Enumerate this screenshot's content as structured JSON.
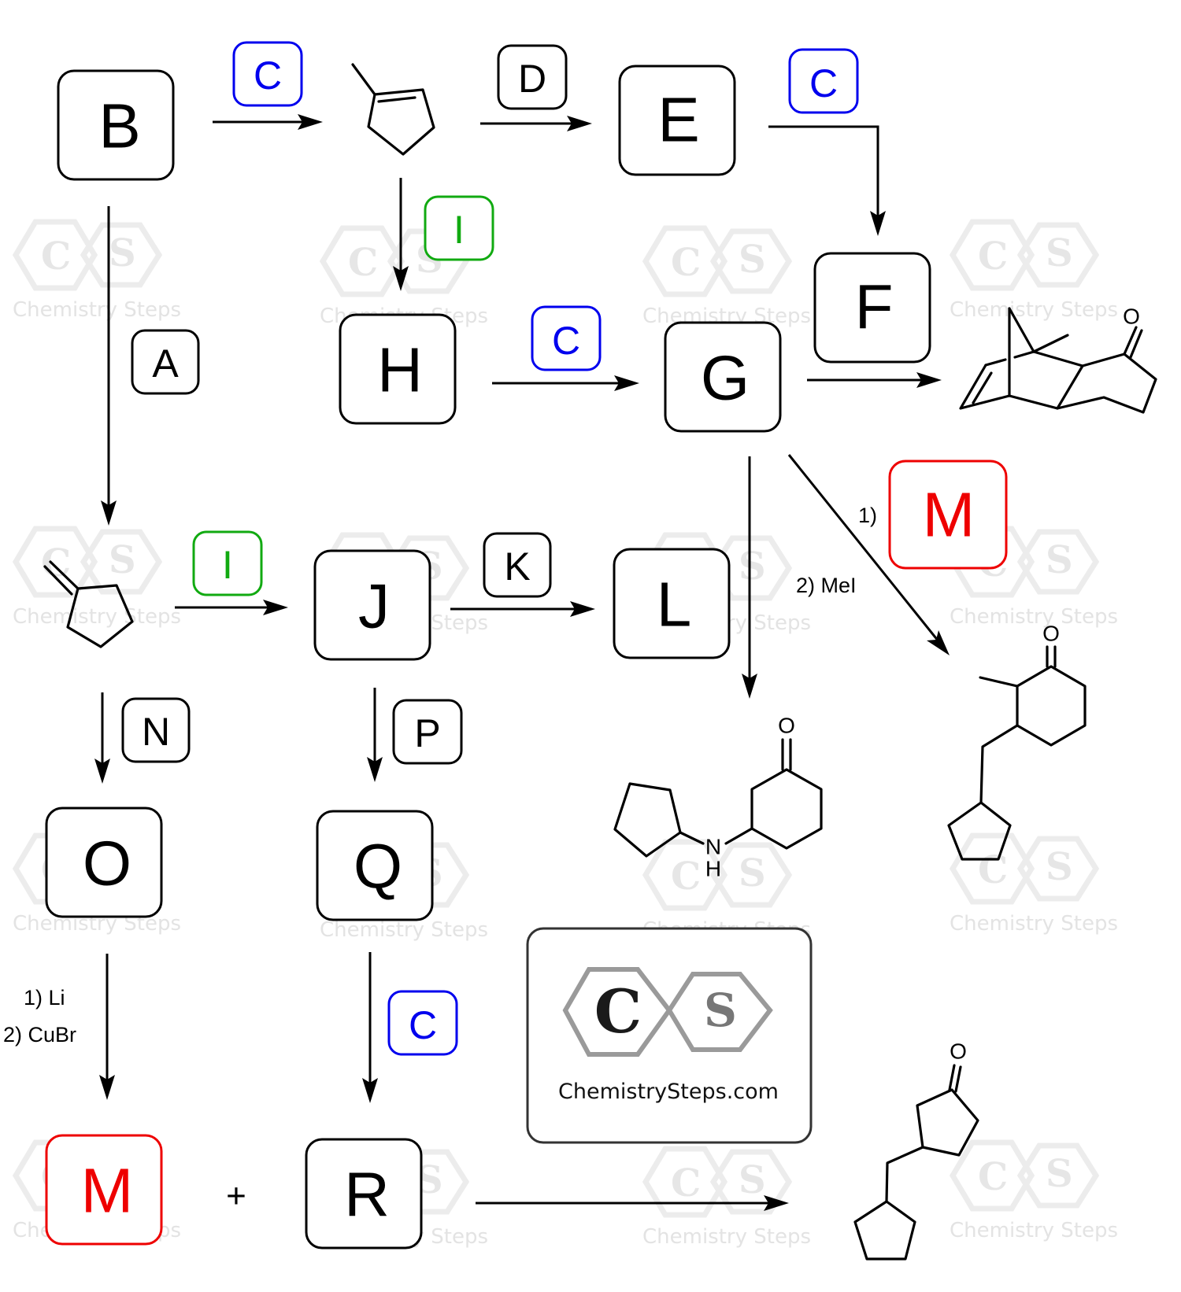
{
  "diagram": {
    "type": "reaction-scheme",
    "colors": {
      "default": "#000000",
      "reagent_c": "#0000ee",
      "reagent_i": "#11aa11",
      "reagent_m": "#ee0000",
      "watermark": "#e3e3e3"
    },
    "compounds": {
      "B": "B",
      "E": "E",
      "F": "F",
      "G": "G",
      "H": "H",
      "J": "J",
      "L": "L",
      "O": "O",
      "Q": "Q",
      "R": "R",
      "M": "M"
    },
    "reagents": {
      "A": "A",
      "C": "C",
      "D": "D",
      "I": "I",
      "K": "K",
      "N": "N",
      "P": "P",
      "M": "M"
    },
    "conditions": {
      "g_to_methyl_step1": "1)",
      "g_to_methyl_step2": "2) MeI",
      "o_to_m_step1": "1) Li",
      "o_to_m_step2": "2) CuBr"
    },
    "structures": {
      "methylcyclopentene": "1-methylcyclopentene",
      "methylenecyclopentane": "methylenecyclopentane",
      "diels_alder_product": "tricyclic norbornene ketone",
      "amine_product": "3-(cyclopentylamino)cyclohexanone",
      "methylated_product": "3-(cyclopentylmethyl)-2-methylcyclohexanone",
      "final_product": "3-(cyclopentylmethyl)cyclopentanone"
    },
    "atom_labels": {
      "oxygen": "O",
      "nitrogen": "N",
      "hydrogen": "H"
    },
    "plus_sign": "+",
    "logo": {
      "letter_c": "C",
      "letter_s": "S",
      "site": "ChemistrySteps.com"
    },
    "watermark": {
      "text": "Chemistry Steps",
      "letter_c": "C",
      "letter_s": "S"
    }
  }
}
